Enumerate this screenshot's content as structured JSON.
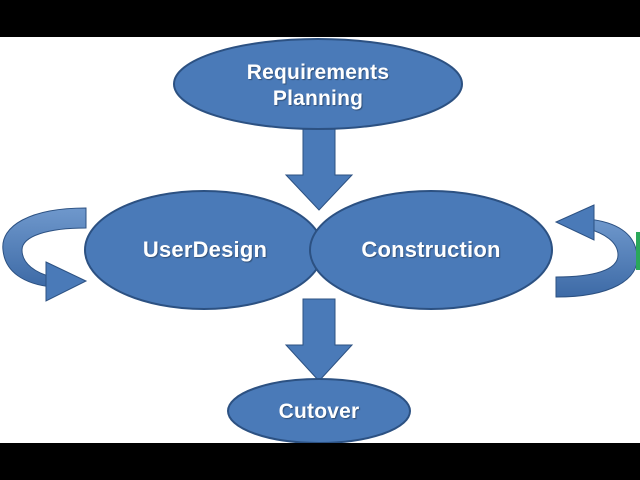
{
  "diagram": {
    "colors": {
      "fill": "#4a7ab8",
      "stroke": "#2c5182",
      "arrow": "#4a7ab8",
      "accent_right_edge": "#2aa85a"
    },
    "nodes": {
      "requirements": "Requirements\nPlanning",
      "user_design": "UserDesign",
      "construction": "Construction",
      "cutover": "Cutover"
    }
  }
}
